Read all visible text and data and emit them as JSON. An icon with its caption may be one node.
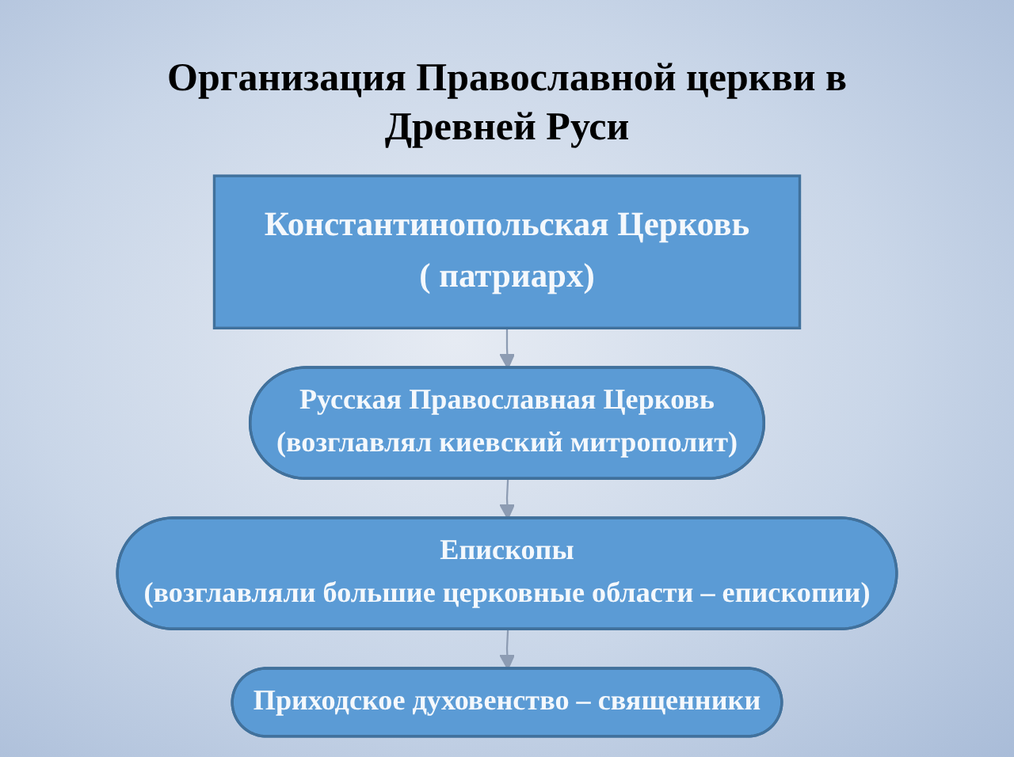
{
  "diagram": {
    "title": "Организация Православной церкви в Древней Руси",
    "nodes": [
      {
        "text": [
          "Константинопольская Церковь",
          "( патриарх)"
        ]
      },
      {
        "text": [
          "Русская Православная Церковь",
          "(возглавлял киевский митрополит)"
        ]
      },
      {
        "text": [
          "Епископы",
          "(возглавляли большие церковные области – епископии)"
        ]
      },
      {
        "text": [
          "Приходское духовенство – священники"
        ]
      }
    ],
    "edges": [
      {
        "from": 0,
        "to": 1,
        "arrow": "to"
      },
      {
        "from": 1,
        "to": 2,
        "arrow": "to"
      },
      {
        "from": 2,
        "to": 3,
        "arrow": "to"
      }
    ]
  }
}
